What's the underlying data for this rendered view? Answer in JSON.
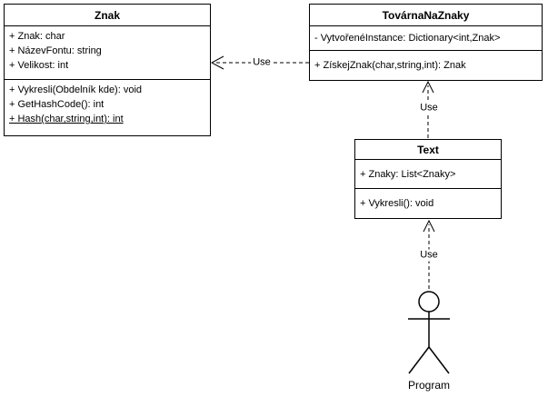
{
  "classes": {
    "znak": {
      "title": "Znak",
      "attributes": [
        "+ Znak: char",
        "+ NázevFontu: string",
        "+ Velikost: int"
      ],
      "methods": [
        "+ Vykresli(Obdelník kde): void",
        "+ GetHashCode(): int",
        "+ Hash(char,string,int): int"
      ]
    },
    "tovarna": {
      "title": "TovárnaNaZnaky",
      "attributes": [
        "- VytvořenéInstance: Dictionary<int,Znak>"
      ],
      "methods": [
        "+ ZískejZnak(char,string,int): Znak"
      ]
    },
    "text": {
      "title": "Text",
      "attributes": [
        "+ Znaky: List<Znaky>"
      ],
      "methods": [
        "+ Vykresli(): void"
      ]
    }
  },
  "edges": {
    "tovarna_to_znak": {
      "label": "Use"
    },
    "text_to_tovarna": {
      "label": "Use"
    },
    "program_to_text": {
      "label": "Use"
    }
  },
  "actor": {
    "label": "Program"
  },
  "colors": {
    "line": "#000000",
    "background": "#ffffff",
    "box_fill": "#ffffff"
  }
}
